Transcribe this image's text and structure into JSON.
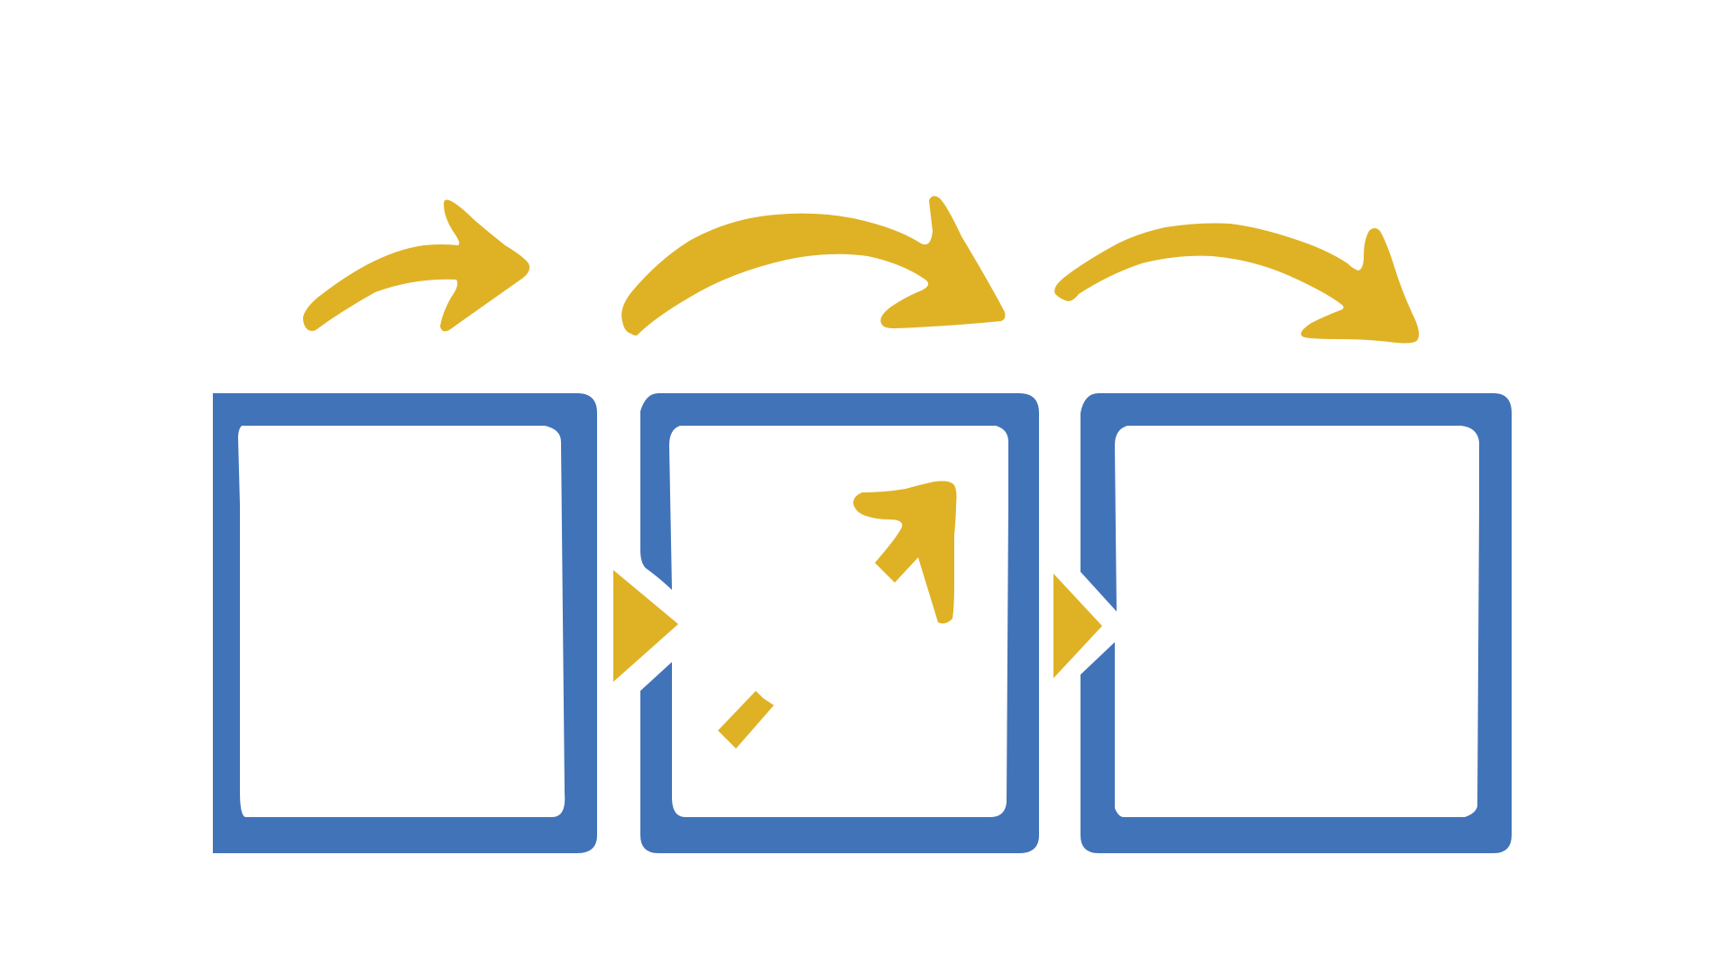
{
  "diagram": {
    "colors": {
      "box": "#4173b8",
      "arrow": "#dfb225",
      "background": "#ffffff"
    },
    "boxes": [
      {
        "name": "box-1",
        "icon": "square-frame"
      },
      {
        "name": "box-2",
        "icon": "square-frame-with-gaps"
      },
      {
        "name": "box-3",
        "icon": "square-frame-with-gap"
      }
    ],
    "arrows": [
      {
        "name": "curved-arrow-1",
        "icon": "curved-arrow-right"
      },
      {
        "name": "curved-arrow-2",
        "icon": "curved-arrow-right"
      },
      {
        "name": "curved-arrow-3",
        "icon": "curved-arrow-right"
      },
      {
        "name": "connector-triangle-1",
        "icon": "triangle-right"
      },
      {
        "name": "connector-triangle-2",
        "icon": "triangle-right"
      },
      {
        "name": "diagonal-arrow",
        "icon": "diagonal-arrow-up-right"
      }
    ]
  }
}
